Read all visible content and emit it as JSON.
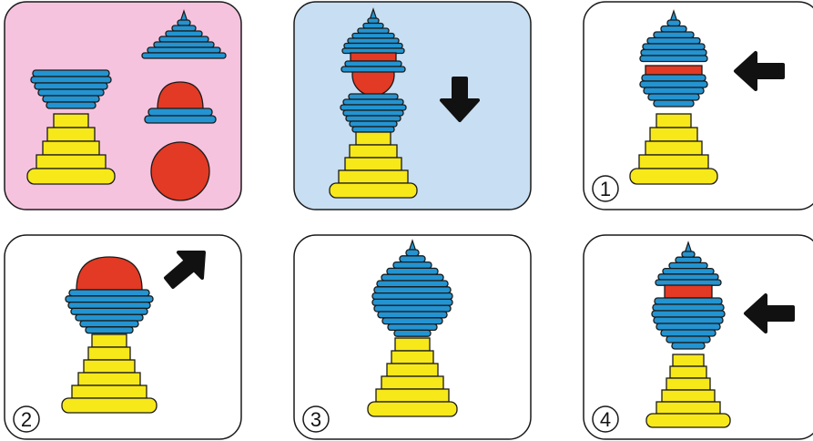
{
  "colors": {
    "outline": "#1a1a1a",
    "yellow": "#f7e81a",
    "blue": "#2394d1",
    "red": "#e23a24",
    "pink_bg": "#f6c3de",
    "lightblue_bg": "#c8def2",
    "white_bg": "#ffffff",
    "arrow": "#111111"
  },
  "panels": [
    {
      "id": "panel-parts",
      "background": "pink",
      "number": "",
      "arrow": ""
    },
    {
      "id": "panel-stack-down",
      "background": "lightblue",
      "number": "",
      "arrow": "down-arrow"
    },
    {
      "id": "panel-step-1",
      "background": "white",
      "number": "1",
      "arrow": "left-arrow"
    },
    {
      "id": "panel-step-2",
      "background": "white",
      "number": "2",
      "arrow": "up-right-arrow"
    },
    {
      "id": "panel-step-3",
      "background": "white",
      "number": "3",
      "arrow": ""
    },
    {
      "id": "panel-step-4",
      "background": "white",
      "number": "4",
      "arrow": "left-arrow"
    }
  ]
}
